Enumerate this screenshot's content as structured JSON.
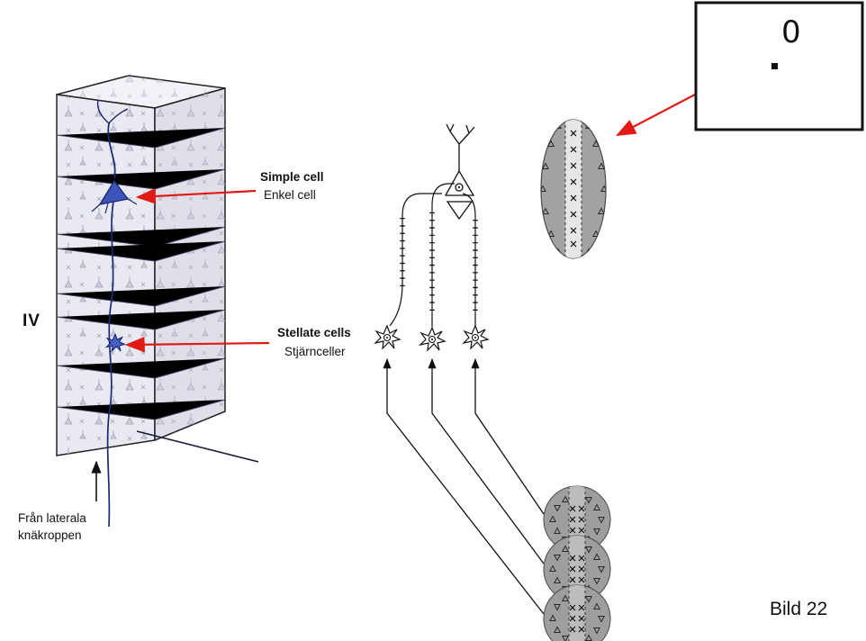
{
  "labels": {
    "layer": "IV",
    "simple_cell_en": "Simple cell",
    "simple_cell_sv": "Enkel cell",
    "stellate_en": "Stellate cells",
    "stellate_sv": "Stjärnceller",
    "lgn_line1": "Från laterala",
    "lgn_line2": "knäkroppen",
    "stimulus": "0",
    "caption": "Bild 22"
  },
  "colors": {
    "arrow_red": "#e11a16",
    "neuron_blue": "#3d55bb",
    "cortex_fill": "#e9e9f2",
    "cortex_side_fill": "#dfdfea",
    "receptive_field_gray": "#9e9e9e",
    "ink": "#000000"
  },
  "icons": {
    "simple_cell_pointer": "red-arrow-icon",
    "stellate_pointer": "red-arrow-icon",
    "stimulus_pointer": "red-arrow-icon",
    "lgn_input": "up-arrow-icon"
  }
}
